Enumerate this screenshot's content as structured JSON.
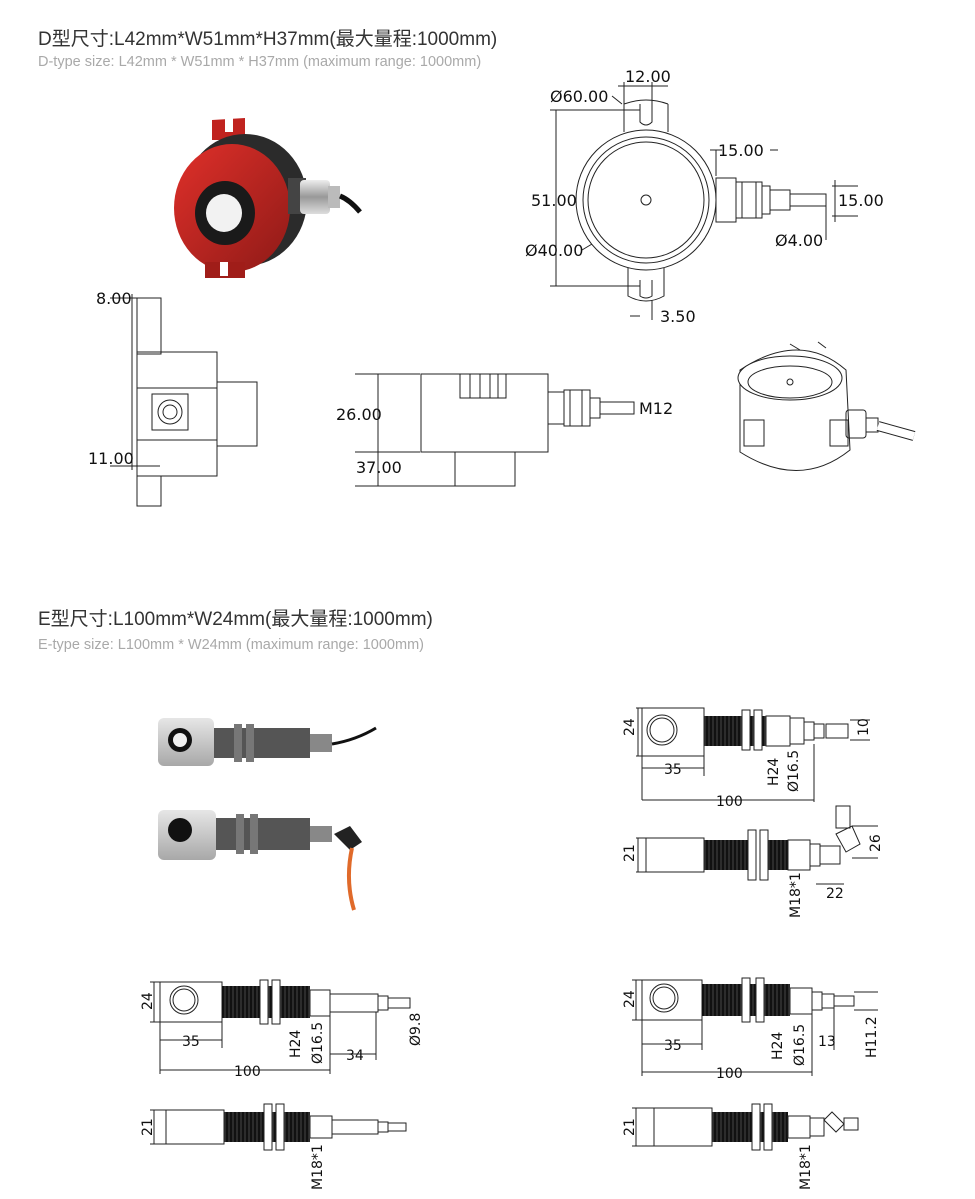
{
  "sections": {
    "d": {
      "title": "D型尺寸:L42mm*W51mm*H37mm(最大量程:1000mm)",
      "subtitle": "D-type size: L42mm * W51mm * H37mm (maximum range: 1000mm)",
      "dims": {
        "slot_width": "12.00",
        "outer_dia": "Ø60.00",
        "body_height": "51.00",
        "inner_dia": "Ø40.00",
        "cable_gland": "15.00",
        "cable_offset": "15.00",
        "cable_dia": "Ø4.00",
        "slot_depth": "3.50",
        "flange_top": "8.00",
        "flange_bottom": "11.00",
        "side_height": "26.00",
        "total_height": "37.00",
        "thread": "M12"
      }
    },
    "e": {
      "title": "E型尺寸:L100mm*W24mm(最大量程:1000mm)",
      "subtitle": "E-type size: L100mm * W24mm (maximum range: 1000mm)",
      "dims": {
        "head_h": "24",
        "head_len": "35",
        "total_len": "100",
        "hex": "H24",
        "body_dia": "Ø16.5",
        "connector_w": "10",
        "side_w": "21",
        "thread": "M18*1",
        "angle_len": "22",
        "angle_h": "26",
        "cable_dia": "Ø9.8",
        "cable_len": "34",
        "conn_len": "13",
        "conn_hex": "H11.2"
      }
    }
  }
}
